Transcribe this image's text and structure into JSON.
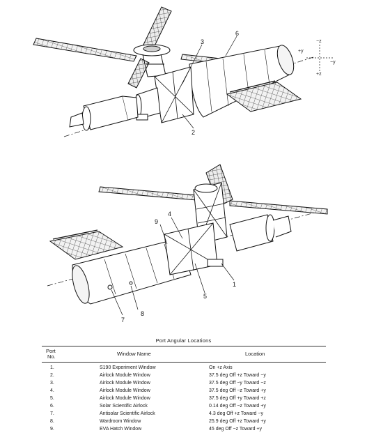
{
  "figure": {
    "top_callouts": [
      "2",
      "3",
      "6"
    ],
    "bottom_callouts": [
      "1",
      "4",
      "5",
      "7",
      "8",
      "9"
    ],
    "axes": {
      "neg_z": "−z",
      "pos_y": "+y",
      "neg_y": "−y",
      "pos_z": "+z"
    }
  },
  "table": {
    "title": "Port Angular Locations",
    "headers": {
      "port_line1": "Port",
      "port_line2": "No.",
      "window": "Window Name",
      "location": "Location"
    },
    "rows": [
      {
        "no": "1.",
        "name": "S190 Experiment Window",
        "location": "On +z Axis"
      },
      {
        "no": "2.",
        "name": "Airlock Module Window",
        "location": "37.5 deg  Off +z Toward  −y"
      },
      {
        "no": "3.",
        "name": "Airlock Module Window",
        "location": "37.5 deg  Off −y Toward  −z"
      },
      {
        "no": "4.",
        "name": "Airlock Module Window",
        "location": "37.5 deg  Off −z Toward  +y"
      },
      {
        "no": "5.",
        "name": "Airlock Module Window",
        "location": "37.5 deg  Off +y Toward  +z"
      },
      {
        "no": "6.",
        "name": "Solar Scientific Airlock",
        "location": "0.14 deg  Off −z Toward +y"
      },
      {
        "no": "7.",
        "name": "Antisolar Scientific Airlock",
        "location": "4.3 deg  Off +z Toward  −y"
      },
      {
        "no": "8.",
        "name": "Wardroom Window",
        "location": "25.9 deg  Off +z Toward +y"
      },
      {
        "no": "9.",
        "name": "EVA Hatch Window",
        "location": "45 deg   Off −z Toward +y"
      }
    ]
  }
}
